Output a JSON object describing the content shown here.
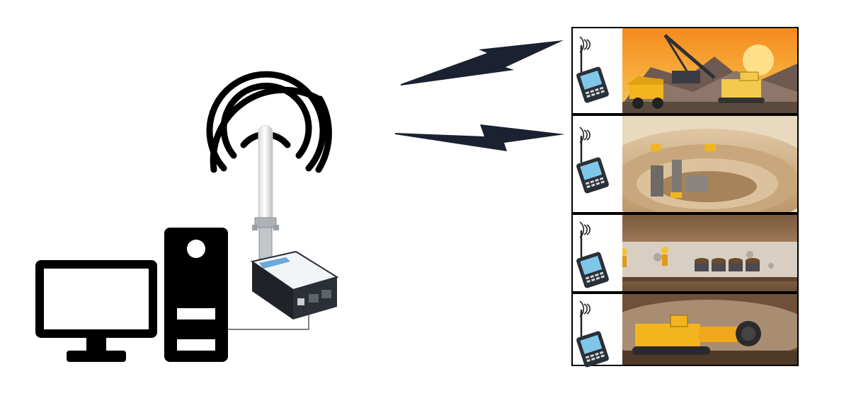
{
  "diagram": {
    "base_station": {
      "computer": "computer-icon",
      "server": "server-tower-icon",
      "gateway": "lora-gateway-icon",
      "antenna": "omni-antenna-icon",
      "signal": "wifi-signal-icon"
    },
    "wireless_links": [
      "lightning-bolt-icon",
      "lightning-bolt-icon"
    ],
    "sites": [
      {
        "scene": "surface-mine-scene",
        "device": "handheld-terminal-icon"
      },
      {
        "scene": "open-pit-mine-scene",
        "device": "handheld-terminal-icon"
      },
      {
        "scene": "underground-tunnel-scene",
        "device": "handheld-terminal-icon"
      },
      {
        "scene": "tunnel-boring-scene",
        "device": "handheld-terminal-icon"
      }
    ],
    "colors": {
      "icon": "#000000",
      "sunset_sky": "#f39a2b",
      "rock": "#9c7a57",
      "machinery": "#f2b51e",
      "bolt": "#1b2130"
    }
  }
}
